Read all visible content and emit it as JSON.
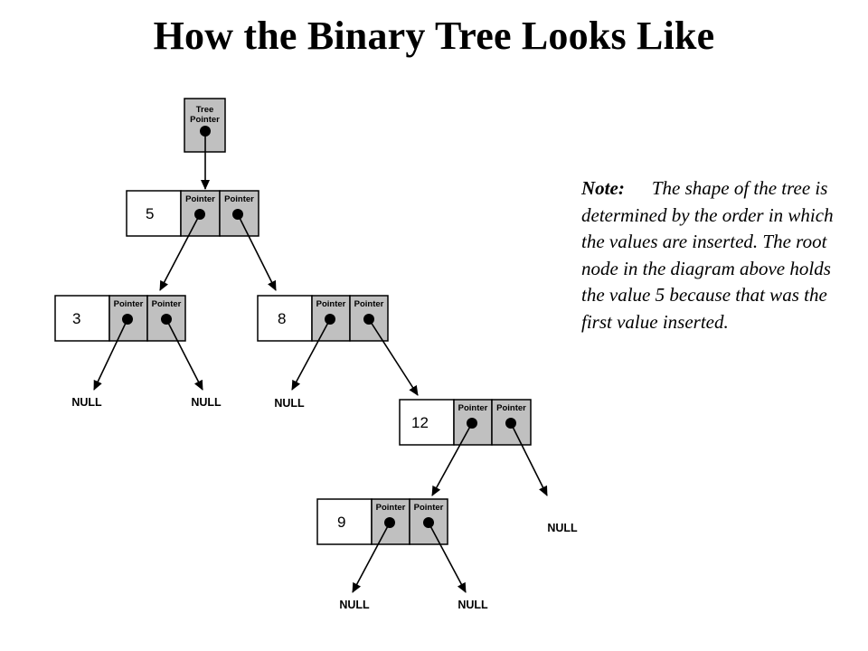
{
  "title": "How the Binary Tree Looks Like",
  "tree_pointer": {
    "line1": "Tree",
    "line2": "Pointer"
  },
  "pointer_label": "Pointer",
  "null_label": "NULL",
  "nodes": {
    "n5": {
      "value": "5"
    },
    "n3": {
      "value": "3"
    },
    "n8": {
      "value": "8"
    },
    "n12": {
      "value": "12"
    },
    "n9": {
      "value": "9"
    }
  },
  "note": {
    "lead": "Note:",
    "body": "The shape of the tree is determined by the order in which the values are inserted. The root node in the diagram above holds the value 5 because that was the first value inserted."
  },
  "colors": {
    "pointer_fill": "#c0c0c0",
    "line": "#000000",
    "value_fill": "#ffffff"
  }
}
